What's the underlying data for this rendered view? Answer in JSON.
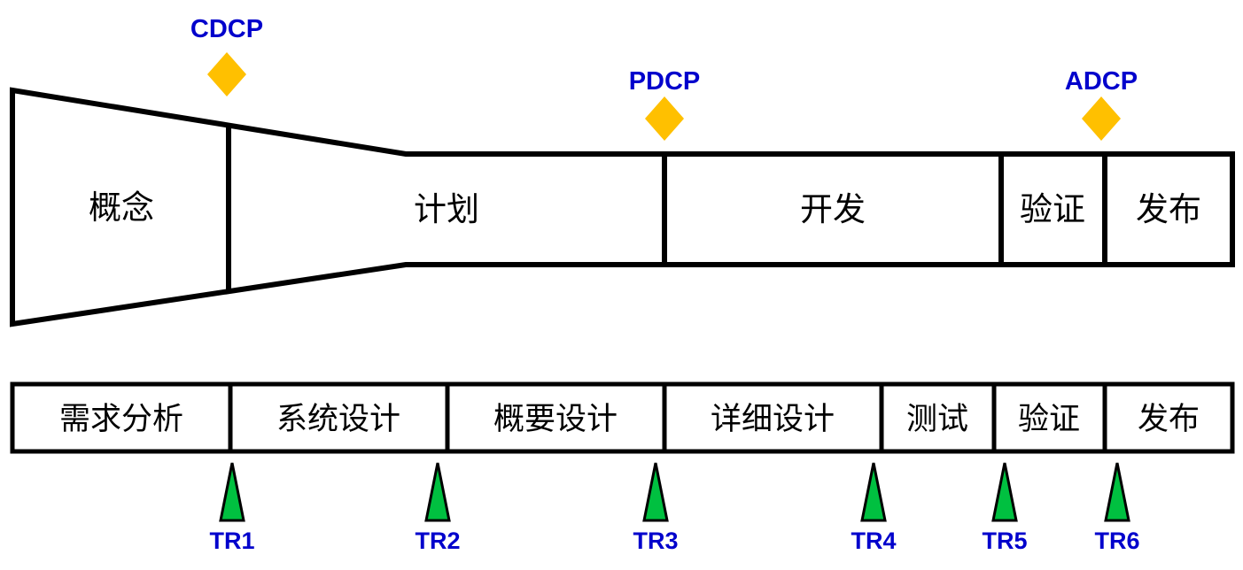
{
  "colors": {
    "line": "#000000",
    "diamond": "#FFC000",
    "checkpoint_text": "#0000CC",
    "triangle": "#00C040",
    "review_text": "#0000CC"
  },
  "funnel": {
    "phases": [
      {
        "label": "概念"
      },
      {
        "label": "计划"
      },
      {
        "label": "开发"
      },
      {
        "label": "验证"
      },
      {
        "label": "发布"
      }
    ]
  },
  "checkpoints": [
    {
      "label": "CDCP"
    },
    {
      "label": "PDCP"
    },
    {
      "label": "ADCP"
    }
  ],
  "stage_row": {
    "cells": [
      {
        "label": "需求分析"
      },
      {
        "label": "系统设计"
      },
      {
        "label": "概要设计"
      },
      {
        "label": "详细设计"
      },
      {
        "label": "测试"
      },
      {
        "label": "验证"
      },
      {
        "label": "发布"
      }
    ]
  },
  "tech_reviews": [
    {
      "label": "TR1"
    },
    {
      "label": "TR2"
    },
    {
      "label": "TR3"
    },
    {
      "label": "TR4"
    },
    {
      "label": "TR5"
    },
    {
      "label": "TR6"
    }
  ]
}
